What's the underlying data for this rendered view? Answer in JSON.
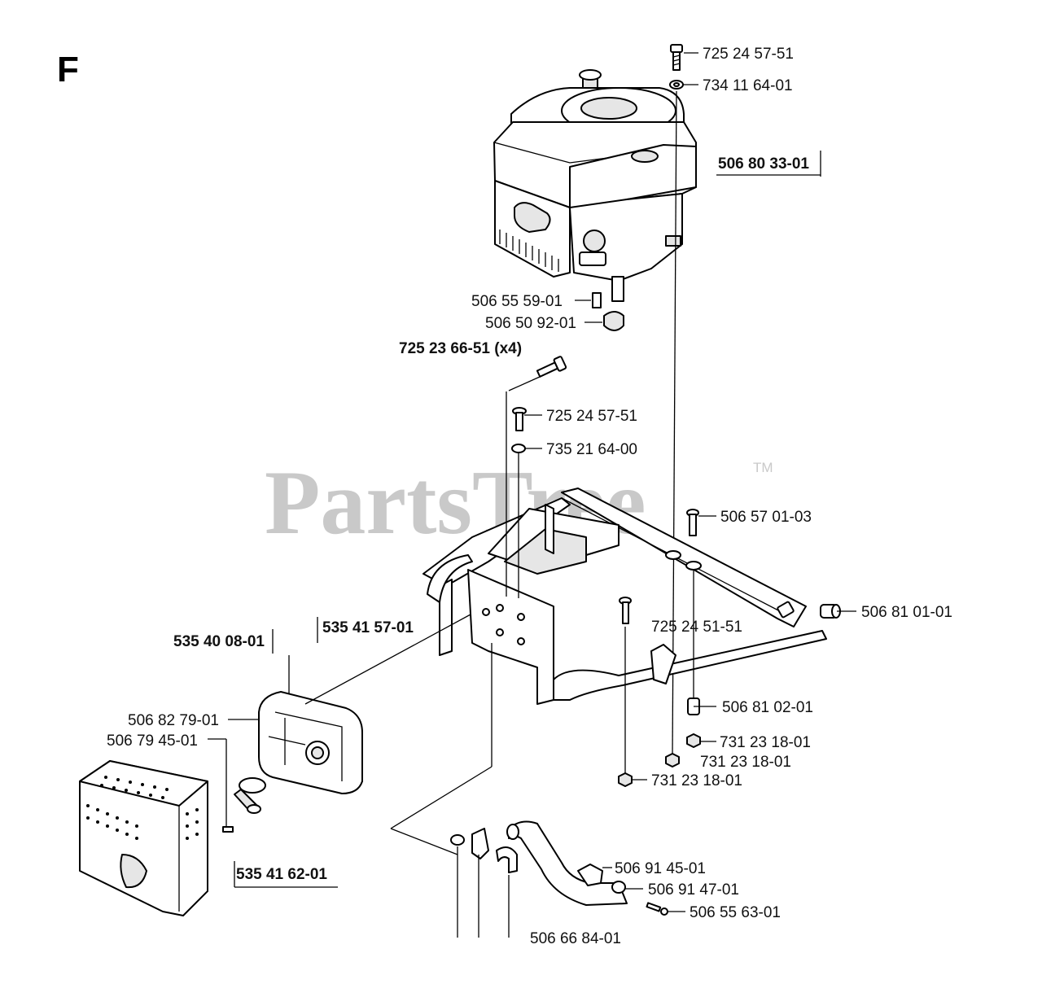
{
  "section_letter": "F",
  "watermark": {
    "text": "PartsTree",
    "trademark": "TM"
  },
  "labels": {
    "l01": "725 24 57-51",
    "l02": "734 11 64-01",
    "l03": "506 80 33-01",
    "l04": "506 55 59-01",
    "l05": "506 50 92-01",
    "l06": "725 23 66-51 (x4)",
    "l07": "725 24 57-51",
    "l08": "735 21 64-00",
    "l09": "506 57 01-03",
    "l10": "506 81 01-01",
    "l11": "725 24 51-51",
    "l12": "535 41 57-01",
    "l13": "535 40 08-01",
    "l14": "506 81 02-01",
    "l15": "731 23 18-01",
    "l16": "731 23 18-01",
    "l17": "731 23 18-01",
    "l18": "506 82 79-01",
    "l19": "506 79 45-01",
    "l20": "535 41 62-01",
    "l21": "506 91 45-01",
    "l22": "506 91 47-01",
    "l23": "506 55 63-01",
    "l24": "506 66 84-01"
  }
}
